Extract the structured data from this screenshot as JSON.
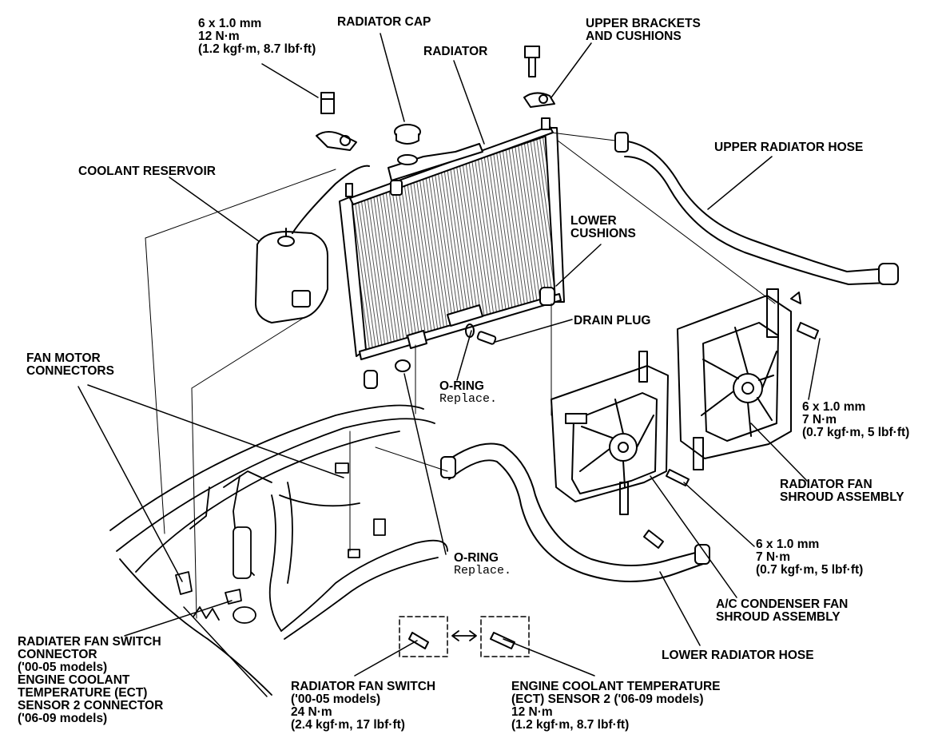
{
  "labels": {
    "bolt_top": [
      "6 x 1.0 mm",
      "12 N·m",
      "(1.2 kgf·m, 8.7 lbf·ft)"
    ],
    "radiator_cap": "RADIATOR CAP",
    "radiator": "RADIATOR",
    "upper_brackets": [
      "UPPER BRACKETS",
      "AND CUSHIONS"
    ],
    "upper_hose": "UPPER RADIATOR HOSE",
    "coolant_reservoir": "COOLANT RESERVOIR",
    "lower_cushions": [
      "LOWER",
      "CUSHIONS"
    ],
    "drain_plug": "DRAIN PLUG",
    "fan_motor_connectors": [
      "FAN MOTOR",
      "CONNECTORS"
    ],
    "oring_upper": {
      "title": "O-RING",
      "note": "Replace."
    },
    "bolt_right": [
      "6 x 1.0 mm",
      "7 N·m",
      "(0.7 kgf·m, 5 lbf·ft)"
    ],
    "radiator_fan_shroud": [
      "RADIATOR FAN",
      "SHROUD ASSEMBLY"
    ],
    "bolt_mid": [
      "6 x 1.0 mm",
      "7 N·m",
      "(0.7 kgf·m, 5 lbf·ft)"
    ],
    "oring_lower": {
      "title": "O-RING",
      "note": "Replace."
    },
    "ac_condenser_shroud": [
      "A/C CONDENSER FAN",
      "SHROUD ASSEMBLY"
    ],
    "lower_hose": "LOWER RADIATOR HOSE",
    "fan_switch_connector": [
      "RADIATER FAN SWITCH",
      "CONNECTOR",
      "('00-05 models)",
      "ENGINE COOLANT",
      "TEMPERATURE (ECT)",
      "SENSOR 2 CONNECTOR",
      "('06-09 models)"
    ],
    "fan_switch": [
      "RADIATOR FAN SWITCH",
      "('00-05 models)",
      "24 N·m",
      "(2.4 kgf·m, 17 lbf·ft)"
    ],
    "ect_sensor": [
      "ENGINE COOLANT TEMPERATURE",
      "(ECT) SENSOR 2 ('06-09 models)",
      "12 N·m",
      "(1.2 kgf·m, 8.7 lbf·ft)"
    ]
  },
  "colors": {
    "ink": "#000000",
    "paper": "#ffffff",
    "hatch": "#8a8a8a"
  }
}
